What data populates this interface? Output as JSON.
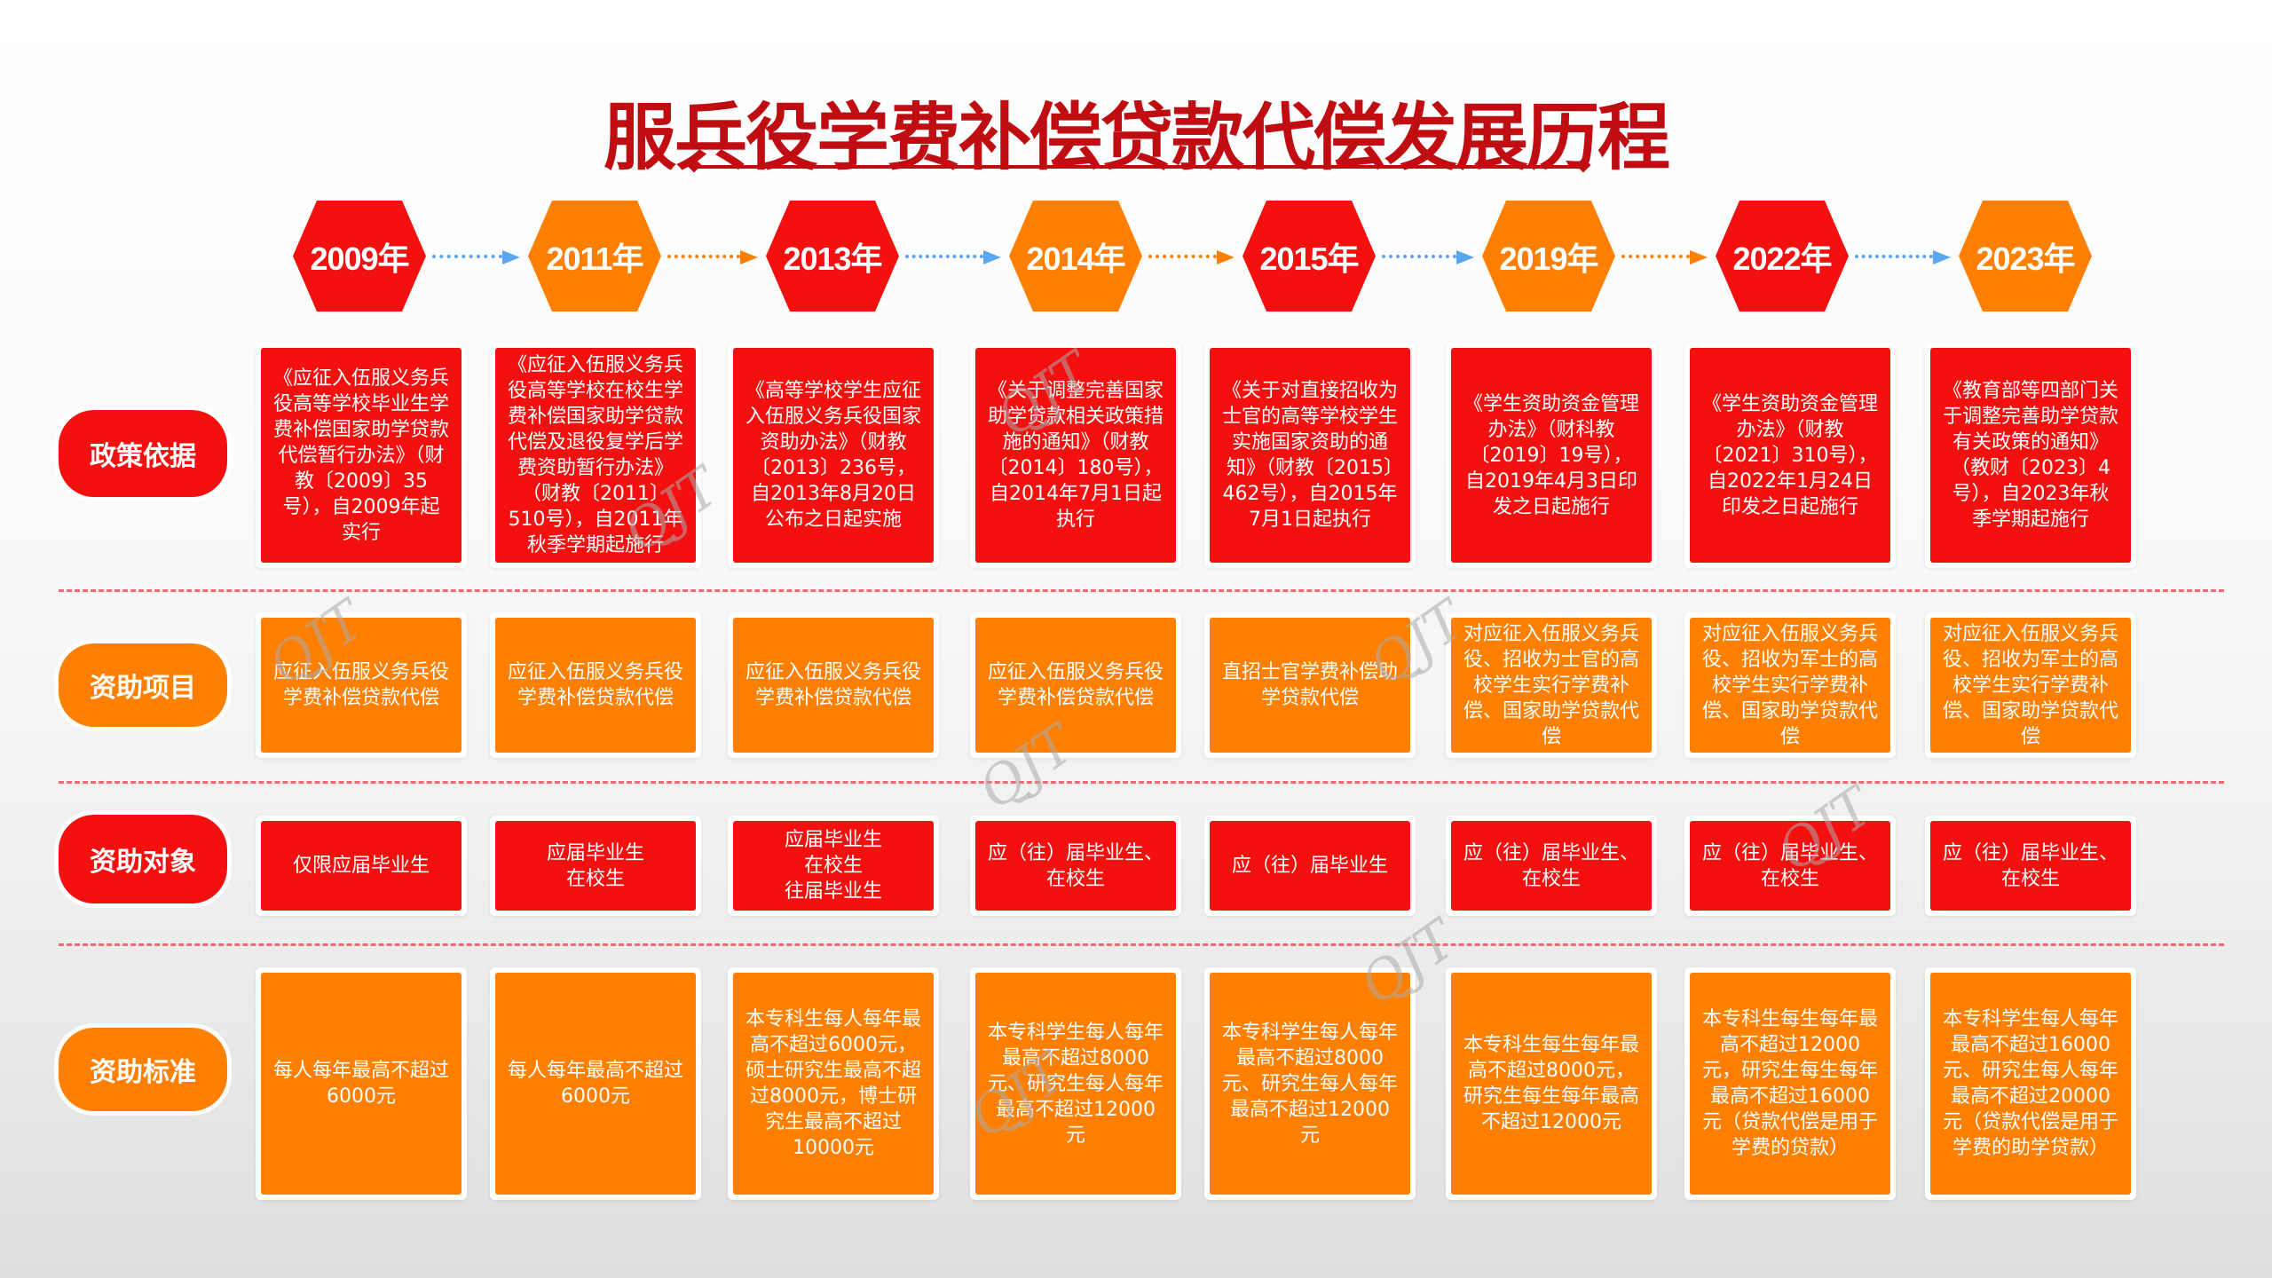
{
  "title": "服兵役学费补偿贷款代偿发展历程",
  "colors": {
    "red": "#f51010",
    "orange": "#ff7f00",
    "title_red": "#c00d12",
    "arrow_blue": "#5aa6f0",
    "divider": "#ee6b74"
  },
  "years": [
    "2009年",
    "2011年",
    "2013年",
    "2014年",
    "2015年",
    "2019年",
    "2022年",
    "2023年"
  ],
  "rows": {
    "policy": {
      "label": "政策依据",
      "cells": [
        "《应征入伍服义务兵役高等学校毕业生学费补偿国家助学贷款代偿暂行办法》（财教〔2009〕35号），自2009年起实行",
        "《应征入伍服义务兵役高等学校在校生学费补偿国家助学贷款代偿及退役复学后学费资助暂行办法》（财教〔2011〕510号），自2011年秋季学期起施行",
        "《高等学校学生应征入伍服义务兵役国家资助办法》（财教〔2013〕236号，自2013年8月20日公布之日起实施",
        "《关于调整完善国家助学贷款相关政策措施的通知》（财教〔2014〕180号），自2014年7月1日起执行",
        "《关于对直接招收为士官的高等学校学生实施国家资助的通知》（财教〔2015〕462号），自2015年7月1日起执行",
        "《学生资助资金管理办法》（财科教〔2019〕19号），自2019年4月3日印发之日起施行",
        "《学生资助资金管理办法》（财教〔2021〕310号），自2022年1月24日印发之日起施行",
        "《教育部等四部门关于调整完善助学贷款有关政策的通知》（教财〔2023〕4号），自2023年秋季学期起施行"
      ]
    },
    "project": {
      "label": "资助项目",
      "cells": [
        "应征入伍服义务兵役学费补偿贷款代偿",
        "应征入伍服义务兵役学费补偿贷款代偿",
        "应征入伍服义务兵役学费补偿贷款代偿",
        "应征入伍服义务兵役学费补偿贷款代偿",
        "直招士官学费补偿助学贷款代偿",
        "对应征入伍服义务兵役、招收为士官的高校学生实行学费补偿、国家助学贷款代偿",
        "对应征入伍服义务兵役、招收为军士的高校学生实行学费补偿、国家助学贷款代偿",
        "对应征入伍服义务兵役、招收为军士的高校学生实行学费补偿、国家助学贷款代偿"
      ]
    },
    "target": {
      "label": "资助对象",
      "cells": [
        "仅限应届毕业生",
        "应届毕业生\n在校生",
        "应届毕业生\n在校生\n往届毕业生",
        "应（往）届毕业生、在校生",
        "应（往）届毕业生",
        "应（往）届毕业生、在校生",
        "应（往）届毕业生、在校生",
        "应（往）届毕业生、在校生"
      ]
    },
    "standard": {
      "label": "资助标准",
      "cells": [
        "每人每年最高不超过6000元",
        "每人每年最高不超过6000元",
        "本专科生每人每年最高不超过6000元，硕士研究生最高不超过8000元，博士研究生最高不超过10000元",
        "本专科学生每人每年最高不超过8000元、研究生每人每年最高不超过12000元",
        "本专科学生每人每年最高不超过8000元、研究生每人每年最高不超过12000元",
        "本专科生每生每年最高不超过8000元，研究生每生每年最高不超过12000元",
        "本专科生每生每年最高不超过12000元，研究生每生每年最高不超过16000元（贷款代偿是用于学费的贷款）",
        "本专科学生每人每年最高不超过16000元、研究生每人每年最高不超过20000元（贷款代偿是用于学费的助学贷款）"
      ]
    }
  },
  "watermark": "QJT"
}
